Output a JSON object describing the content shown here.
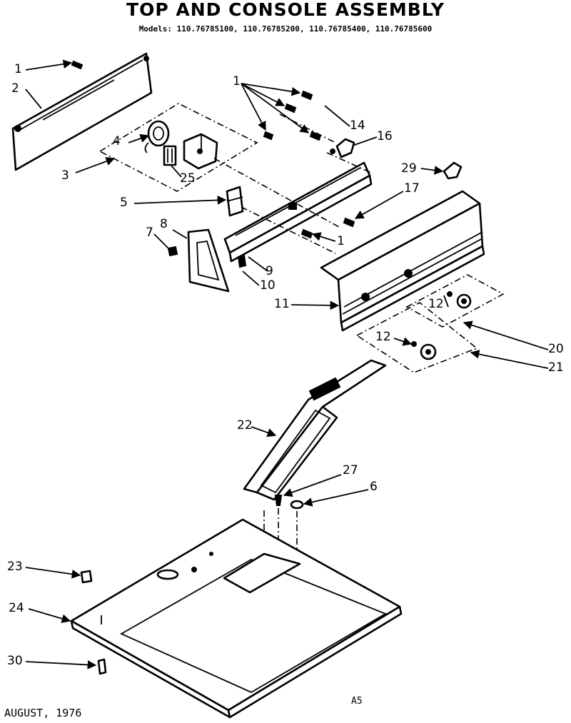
{
  "title": "TOP AND CONSOLE ASSEMBLY",
  "models": "Models: 110.76785100, 110.76785200, 110.76785400, 110.76785600",
  "date": "AUGUST, 1976",
  "page_code": "A5",
  "labels": {
    "l1a": "1",
    "l2": "2",
    "l3": "3",
    "l4": "4",
    "l25": "25",
    "l1b": "1",
    "l14": "14",
    "l16": "16",
    "l29": "29",
    "l17": "17",
    "l5": "5",
    "l8": "8",
    "l7": "7",
    "l1c": "1",
    "l9": "9",
    "l10": "10",
    "l11": "11",
    "l12a": "12",
    "l12b": "12",
    "l20": "20",
    "l21": "21",
    "l22": "22",
    "l27": "27",
    "l6": "6",
    "l23": "23",
    "l24": "24",
    "l30": "30"
  }
}
